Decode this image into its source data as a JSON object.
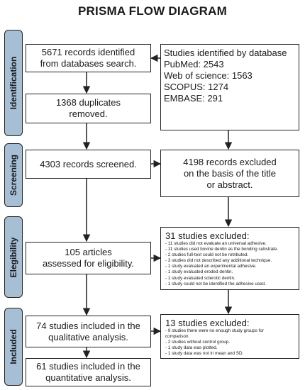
{
  "title": "PRISMA FLOW DIAGRAM",
  "phases": {
    "identification": "Identification",
    "screening": "Screening",
    "elegibility": "Elegibility",
    "included": "Included"
  },
  "boxes": {
    "records_identified": [
      "5671 records identified",
      "from databases search."
    ],
    "databases": [
      "Studies identified by database",
      "PubMed: 2543",
      "Web of science: 1563",
      "SCOPUS: 1274",
      "EMBASE: 291"
    ],
    "duplicates": [
      "1368 duplicates",
      "removed."
    ],
    "screened": [
      "4303 records screened."
    ],
    "excluded_title": [
      "4198 records excluded",
      "on the basis of the title",
      "or abstract."
    ],
    "assessed": [
      "105 articles",
      "assessed for eligibility."
    ],
    "excluded_31": {
      "heading": "31 studies excluded:",
      "items": [
        "- 11 studies did not evaluate an universal adhesive.",
        "- 11 studies used bovine dentin as the bonding substrate.",
        "- 2 studies full-text could not be retributed.",
        "- 3 studies did not described any additional technique.",
        "- 1 study evaluated an experimental adhesive.",
        "- 1 study evaluated eroded dentin.",
        "- 1 study evaluated sclerotic dentin.",
        "- 1 study could not be identified the adhesive used."
      ]
    },
    "qualitative": [
      "74 studies included in the",
      "qualitative analysis."
    ],
    "excluded_13": {
      "heading": "13 studies excluded:",
      "items": [
        "- 9 studies there were no enough study groups for",
        "comparison.",
        "- 2 studies without control group.",
        "- 1 study data was plotted.",
        "- 1 study data was not in mean and SD."
      ]
    },
    "quantitative": [
      "61 studies included in the",
      "quantitative analysis."
    ]
  }
}
